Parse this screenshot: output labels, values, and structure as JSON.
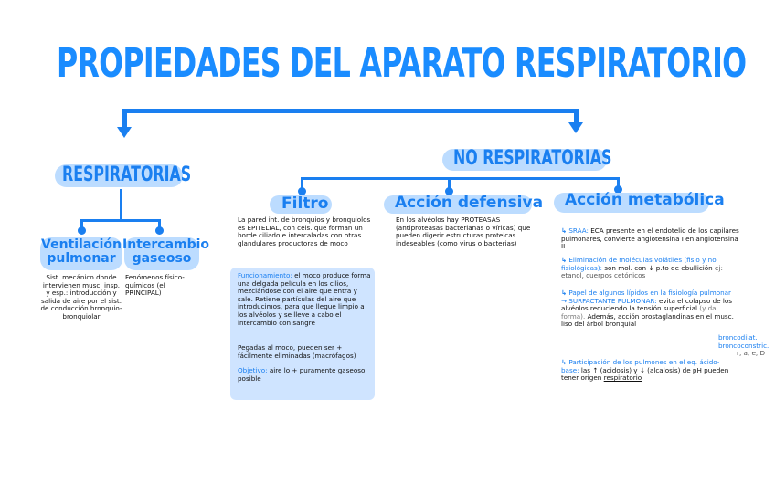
{
  "title": "PROPIEDADES DEL APARATO RESPIRATORIO",
  "colors": {
    "accent": "#1a7ff0",
    "title": "#1a8cff",
    "pill": "#bcdcff",
    "box": "#cfe4ff",
    "text": "#111111"
  },
  "respiratorias": {
    "label": "RESPIRATORIAS",
    "ventilacion": {
      "label_line1": "Ventilación",
      "label_line2": "pulmonar",
      "text": "Sist. mecánico donde intervienen musc. insp. y esp.: introducción y salida de aire por el sist. de conducción bronquio-bronquiolar"
    },
    "intercambio": {
      "label_line1": "Intercambio",
      "label_line2": "gaseoso",
      "text": "Fenómenos físico-químicos (el PRINCIPAL)"
    }
  },
  "no_respiratorias": {
    "label": "NO RESPIRATORIAS",
    "filtro": {
      "label": "Filtro",
      "text": "La pared int. de bronquios y bronquiolos es EPITELIAL, con cels. que forman un borde ciliado e intercaladas con otras glandulares productoras de moco",
      "box": {
        "funcionamiento_label": "Funcionamiento:",
        "funcionamiento_text": "el moco produce forma una delgada película en los cilios, mezclándose con el aire que entra y sale. Retiene partículas del aire que introducimos, para que llegue limpio a los alvéolos y se lleve a cabo el intercambio con sangre",
        "pegadas_text": "Pegadas al moco, pueden ser + fácilmente eliminadas (macrófagos)",
        "objetivo_label": "Objetivo:",
        "objetivo_text": "aire lo + puramente gaseoso posible"
      }
    },
    "defensiva": {
      "label": "Acción defensiva",
      "text": "En los alvéolos hay PROTEASAS (antiproteasas bacterianas o víricas) que pueden digerir estructuras proteicas indeseables (como virus o bacterias)"
    },
    "metabolica": {
      "label": "Acción metabólica",
      "items": [
        {
          "label": "SRAA:",
          "text": "ECA presente en el endotelio de los capilares pulmonares, convierte angiotensina I en angiotensina II"
        },
        {
          "label": "Eliminación de moléculas volátiles (fisio y no fisiológicas):",
          "text": "son mol. con ↓ p.to de ebullición",
          "example": "ej: etanol, cuerpos cetónicos"
        },
        {
          "label": "Papel de algunos lípidos en la fisiología pulmonar → SURFACTANTE PULMONAR:",
          "text": "evita el colapso de los alvéolos reduciendo la tensión superficial",
          "paren": "(y da forma).",
          "text2": "Además, acción prostaglandinas en el musc. liso del árbol bronquial",
          "side1": "broncodilat.",
          "side2": "broncoconstric.",
          "side3": "r, a, e, D"
        },
        {
          "label": "Participación de los pulmones en el eq. ácido-base:",
          "text": "las ↑ (acidosis) y ↓ (alcalosis) de pH pueden tener origen",
          "underlined": "respiratorio"
        }
      ]
    }
  }
}
